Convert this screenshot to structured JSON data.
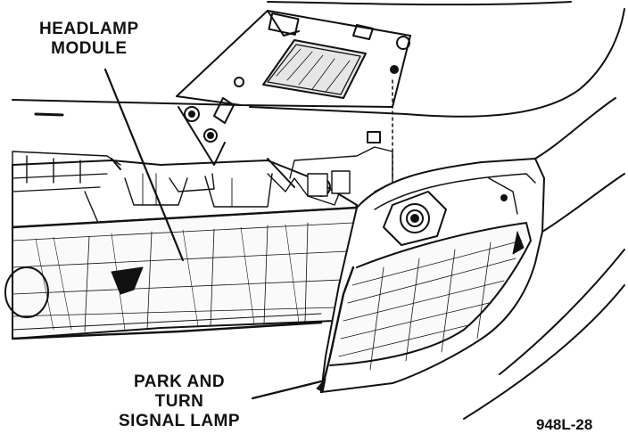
{
  "labels": {
    "headlamp_module": [
      "HEADLAMP",
      "MODULE"
    ],
    "park_turn_lamp": [
      "PARK AND",
      "TURN",
      "SIGNAL LAMP"
    ]
  },
  "figure_code": "948L-28",
  "colors": {
    "ink": "#111111",
    "background": "#ffffff"
  }
}
